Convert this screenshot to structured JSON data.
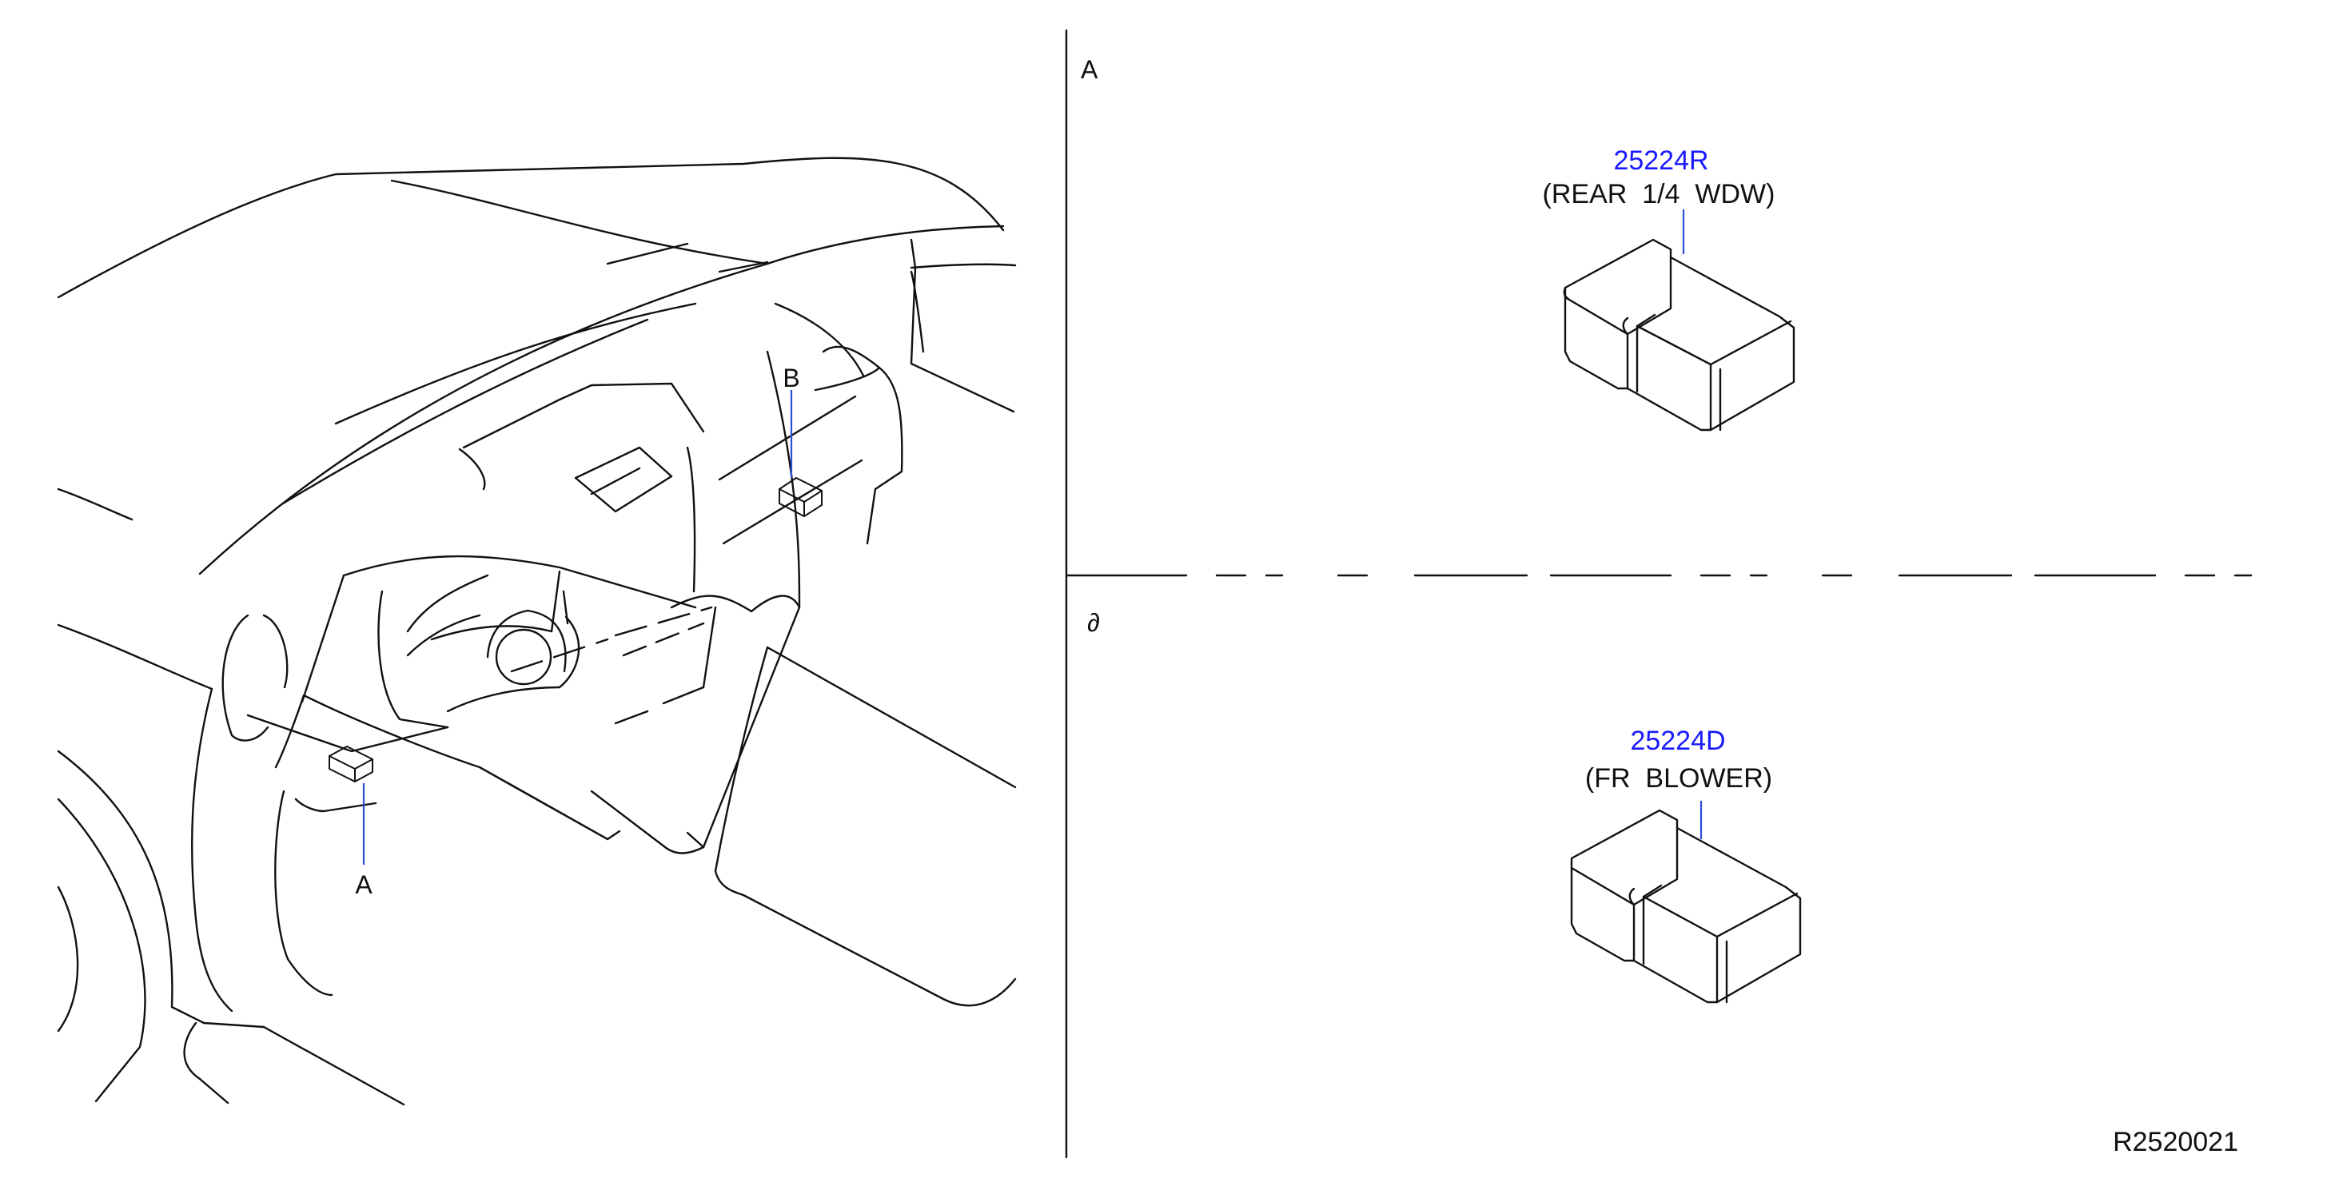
{
  "diagram": {
    "callouts": {
      "main_a": "A",
      "main_b": "B",
      "panel_a": "A",
      "panel_b": "∂"
    },
    "parts": [
      {
        "number": "25224R",
        "description": "(REAR  1/4  WDW)"
      },
      {
        "number": "25224D",
        "description": "(FR  BLOWER)"
      }
    ],
    "drawing_code": "R2520021"
  },
  "colors": {
    "part_number": "#1a1aff",
    "leader": "#2b4fd6",
    "line": "#111111"
  }
}
